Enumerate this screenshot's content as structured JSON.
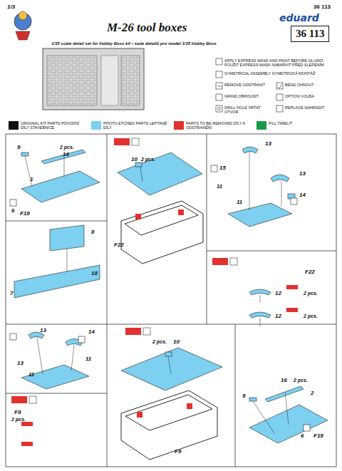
{
  "diagram": {
    "title": "M-26 tool boxes",
    "nodes": [
      {
        "text": [
          "36 113"
        ]
      }
    ],
    "labels": [
      "1/3",
      "36 113",
      "eduard",
      "1/35 scale detail set for Hobby Boss kit • sada detailů pro model 1/35 Hobby Boss",
      "9",
      "2 pcs.",
      "16",
      "1",
      "6",
      "F19",
      "10",
      "2 pcs.",
      "F22",
      "13",
      "15",
      "11",
      "11",
      "13",
      "14",
      "8",
      "18",
      "7",
      "F22",
      "12",
      "2 pcs.",
      "12",
      "2 pcs.",
      "13",
      "14",
      "11",
      "13",
      "11",
      "F9",
      "2 pcs.",
      "2 pcs.",
      "10",
      "F9",
      "9",
      "16",
      "2 pcs.",
      "2",
      "6",
      "F19"
    ],
    "legend": [
      {
        "text": "ORIGINAL KIT PARTS PŮVODNÍ DÍLY STAVEBNICE",
        "color": "#111111"
      },
      {
        "text": "PHOTO-ETCHED PARTS LEPTANÉ DÍLY",
        "color": "#7dd0f0"
      },
      {
        "text": "PARTS TO BE REMOVED DÍLY K ODSTRANĚNÍ",
        "color": "#e0312f"
      },
      {
        "text": "FILL TIMELIT",
        "color": "#1a9a4a"
      },
      {
        "text": "APPLY EXPRESS MASK AND PAINT BEFORE GLUING POUŽIT EXPRESS MASK NABARVIT PŘED SLEPENÍM"
      },
      {
        "text": "SYMETRICAL ASSEMBLY SYMETRICKÁ MONTÁŽ"
      },
      {
        "text": "REMOVE ODSTRANIT"
      },
      {
        "text": "BEND OHNOUT"
      },
      {
        "text": "GRIND OBROUSIT"
      },
      {
        "text": "OPTION VOLBA"
      },
      {
        "text": "DRILL HOLE VRTAT OTVOR"
      },
      {
        "text": "REPLACE NAHRADIT"
      }
    ]
  }
}
